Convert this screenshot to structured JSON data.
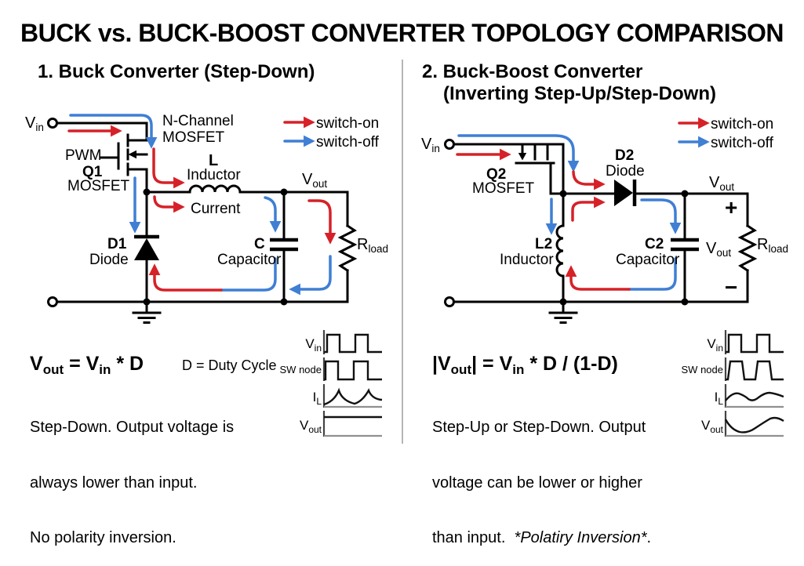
{
  "title": "BUCK vs. BUCK-BOOST CONVERTER TOPOLOGY COMPARISON",
  "colors": {
    "switch_on_red": "#d62128",
    "switch_off_blue": "#3f7fd4",
    "wire_black": "#000000",
    "divider_gray": "#b5b5b5"
  },
  "legend": {
    "on": "switch-on",
    "off": "switch-off"
  },
  "waveforms": {
    "vin_base": "V",
    "vin_sub": "in",
    "sw_node": "SW node",
    "il_base": "I",
    "il_sub": "L",
    "vout_base": "V",
    "vout_sub": "out"
  },
  "left": {
    "heading": "1. Buck Converter (Step-Down)",
    "vin_base": "V",
    "vin_sub": "in",
    "pwm": "PWM",
    "q_ref": "Q1",
    "q_name": "MOSFET",
    "nch_line1": "N-Channel",
    "nch_line2": "MOSFET",
    "l_ref": "L",
    "l_name": "Inductor",
    "current": "Current",
    "vout_base": "V",
    "vout_sub": "out",
    "d_ref": "D1",
    "d_name": "Diode",
    "c_ref": "C",
    "c_name": "Capacitor",
    "r_base": "R",
    "r_sub": "load",
    "formula": {
      "p1": "V",
      "s1": "out",
      "p2": " = V",
      "s2": "in",
      "p3": " * D"
    },
    "duty_note": "D = Duty Cycle",
    "desc_line1": "Step-Down. Output voltage is",
    "desc_line2": "always lower than input.",
    "desc_line3": "No polarity inversion."
  },
  "right": {
    "heading_line1": "2. Buck-Boost Converter",
    "heading_line2": "(Inverting Step-Up/Step-Down)",
    "vin_base": "V",
    "vin_sub": "in",
    "q_ref": "Q2",
    "q_name": "MOSFET",
    "d_ref": "D2",
    "d_name": "Diode",
    "l_ref": "L2",
    "l_name": "Inductor",
    "c_ref": "C2",
    "c_name": "Capacitor",
    "vout_base": "V",
    "vout_sub": "out",
    "r_base": "R",
    "r_sub": "load",
    "plus": "+",
    "minus": "−",
    "formula": {
      "p1": "|V",
      "s1": "out",
      "p2": "| = V",
      "s2": "in",
      "p3": " * D / (1-D)"
    },
    "desc_line1": "Step-Up or Step-Down. Output",
    "desc_line2": "voltage can be lower or higher",
    "desc_line3": "than input.  ",
    "desc_line3_italic": "*Polatiry Inversion*",
    "desc_line3_end": "."
  }
}
